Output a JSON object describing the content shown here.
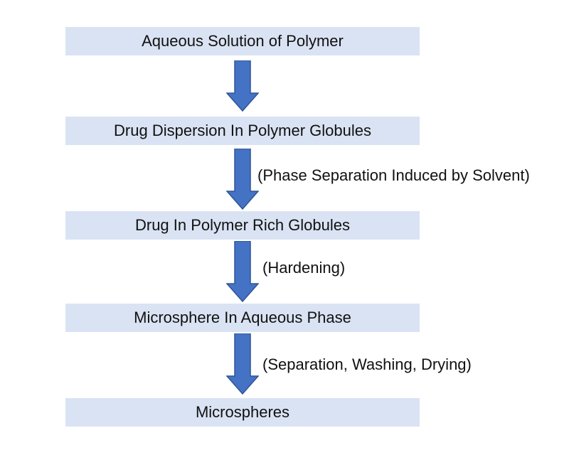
{
  "colors": {
    "box_fill": "#dae3f3",
    "arrow_fill": "#4472c4",
    "arrow_stroke": "#2f5597",
    "text": "#111111"
  },
  "steps": [
    {
      "label": "Aqueous Solution of Polymer"
    },
    {
      "label": "Drug Dispersion In Polymer Globules"
    },
    {
      "label": "Drug In Polymer Rich Globules"
    },
    {
      "label": "Microsphere In Aqueous Phase"
    },
    {
      "label": "Microspheres"
    }
  ],
  "transitions": [
    {
      "annotation": ""
    },
    {
      "annotation": "(Phase Separation Induced by Solvent)"
    },
    {
      "annotation": "(Hardening)"
    },
    {
      "annotation": "(Separation, Washing, Drying)"
    }
  ]
}
